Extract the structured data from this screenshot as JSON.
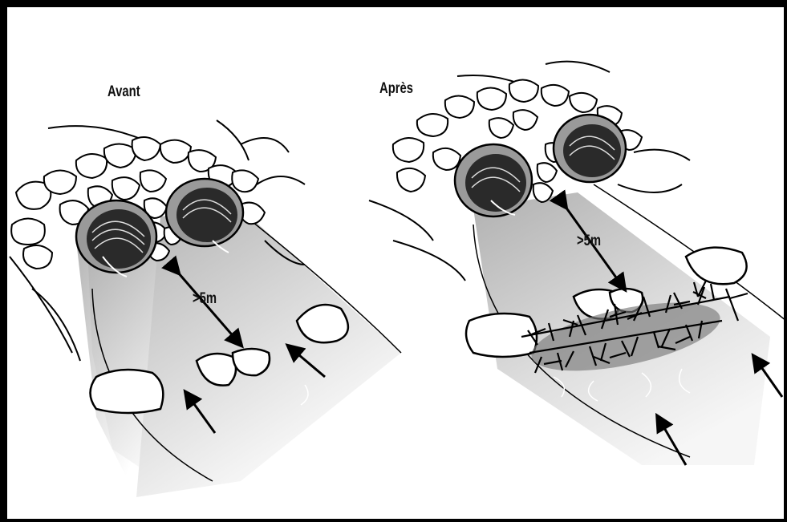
{
  "panels": [
    {
      "title": "Avant",
      "distance_label": ">5m"
    },
    {
      "title": "Après",
      "distance_label": ">5m"
    }
  ],
  "colors": {
    "outline": "#000000",
    "channel_gray": "#c8c8c8",
    "rock_shade": "#d8d8d8",
    "debris_gray": "#7a7a7a"
  }
}
